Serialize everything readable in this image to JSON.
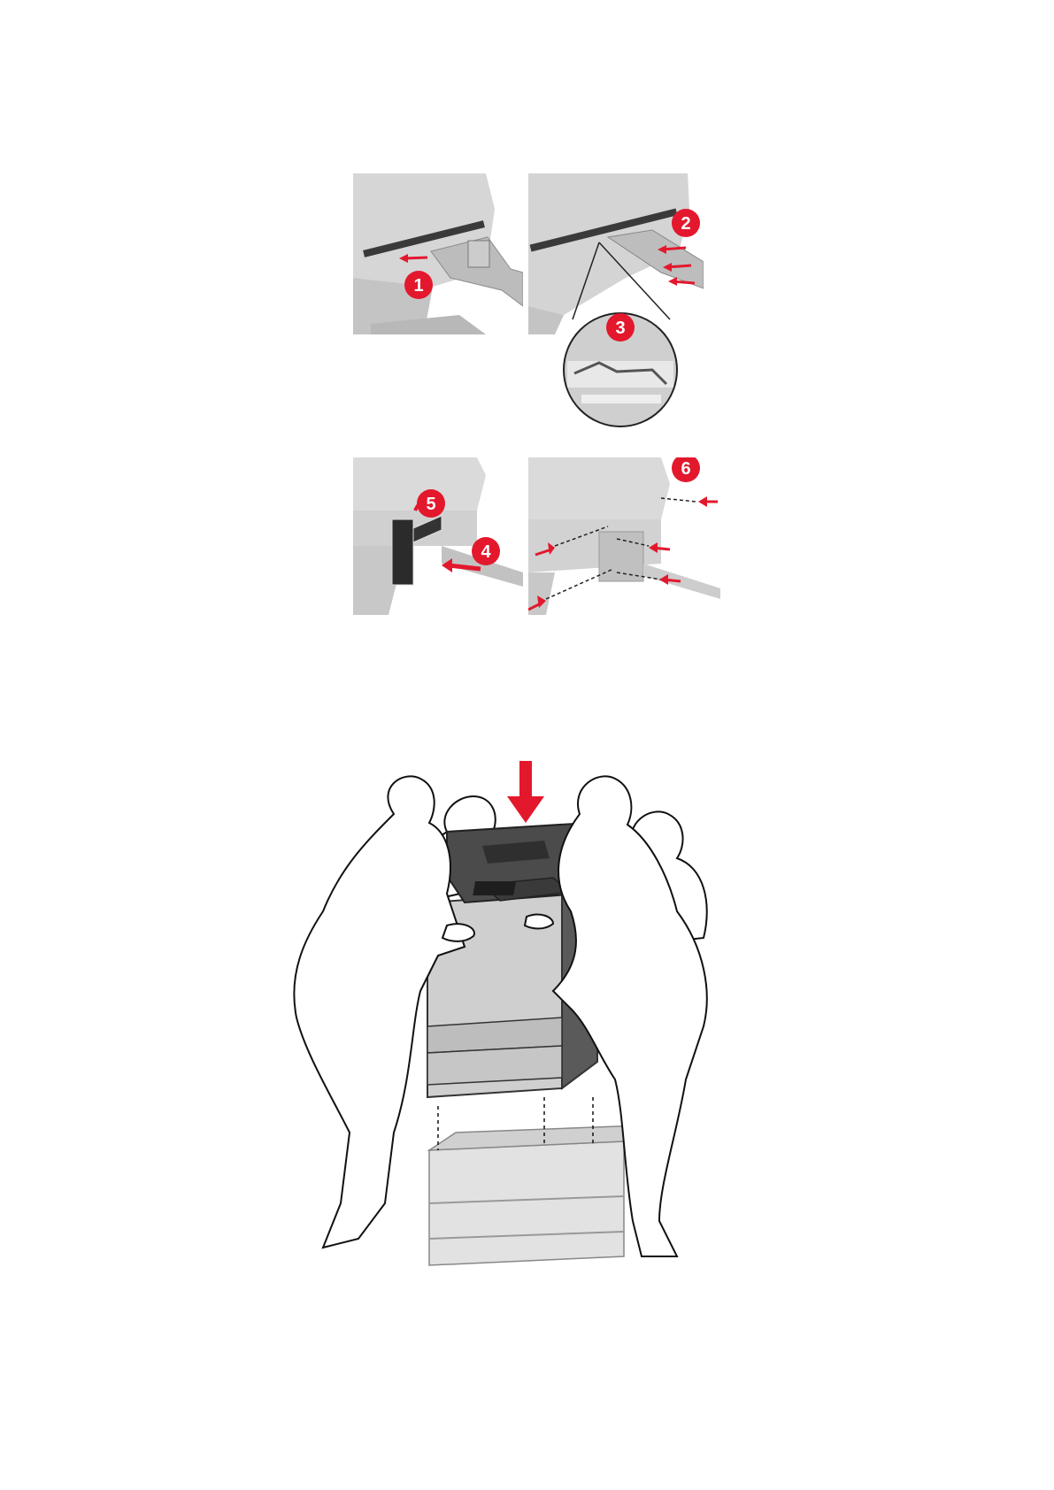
{
  "document": {
    "step_badges": [
      "1",
      "2",
      "3",
      "4",
      "5",
      "6"
    ],
    "colors": {
      "badge_red": "#e3182d",
      "arrow_red": "#e3182d",
      "hardware_gray": "#bdbdbd",
      "printer_dark": "#4b4b4b",
      "printer_light": "#cfcfcf"
    },
    "figures": [
      {
        "id": "install-sequence-top",
        "badges": [
          "1",
          "2",
          "3"
        ]
      },
      {
        "id": "install-sequence-bottom",
        "badges": [
          "4",
          "5",
          "6"
        ]
      },
      {
        "id": "printer-lift-onto-tray",
        "badges": []
      }
    ]
  }
}
